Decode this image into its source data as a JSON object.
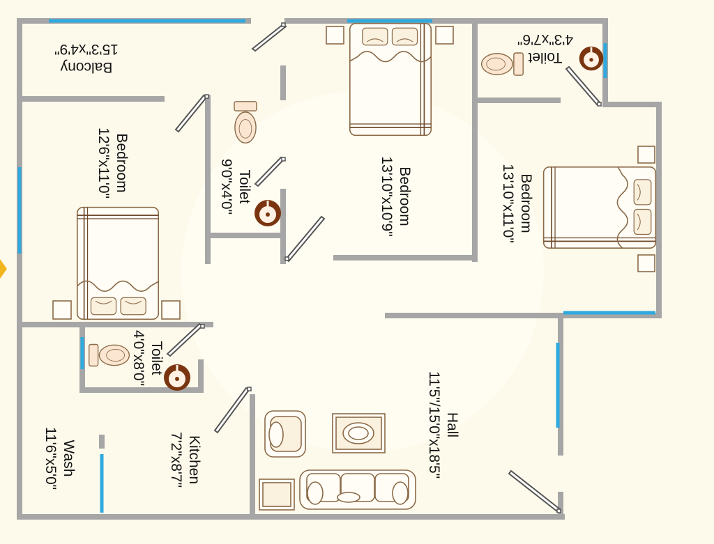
{
  "colors": {
    "background": "#fdfaeb",
    "wall": "#a6a6a6",
    "window": "#2fa9de",
    "furniture_stroke": "#8b6a48",
    "bed_stripe": "#6e4a2c",
    "toilet_fill": "#fbe6d2",
    "wash_basin": "#7a3510",
    "arrow": "#f2b41e"
  },
  "rooms": [
    {
      "id": "balcony",
      "name": "Balcony",
      "size": "15'3\"x4'9\""
    },
    {
      "id": "toilet-master",
      "name": "Toilet",
      "size": "4'3\"x7'6\""
    },
    {
      "id": "bedroom-1",
      "name": "Bedroom",
      "size": "12'6\"x11'0\""
    },
    {
      "id": "toilet-2",
      "name": "Toilet",
      "size": "9'0\"x4'0\""
    },
    {
      "id": "bedroom-2",
      "name": "Bedroom",
      "size": "13'10\"x10'9\""
    },
    {
      "id": "bedroom-3",
      "name": "Bedroom",
      "size": "13'10\"x11'0\""
    },
    {
      "id": "toilet-3",
      "name": "Toilet",
      "size": "4'0\"x8'0\""
    },
    {
      "id": "hall",
      "name": "Hall",
      "size": "11'5\"/15'0\"x18'5\""
    },
    {
      "id": "kitchen",
      "name": "Kitchen",
      "size": "7'2\"x8'7\""
    },
    {
      "id": "wash",
      "name": "Wash",
      "size": "11'6\"x5'0\""
    }
  ]
}
